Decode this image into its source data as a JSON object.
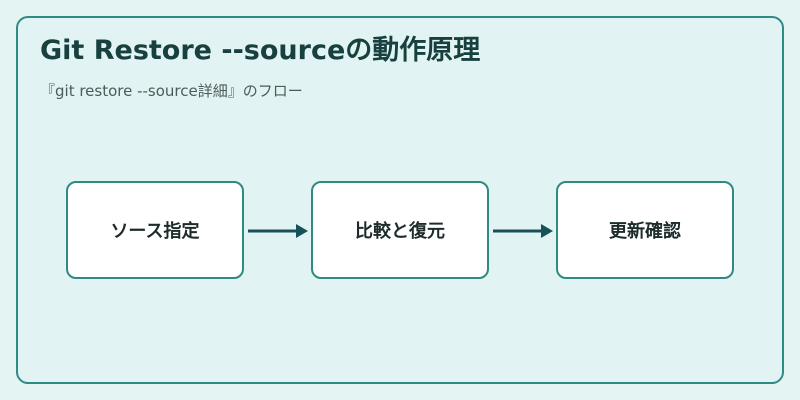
{
  "header": {
    "title": "Git Restore --sourceの動作原理",
    "subtitle": "『git restore --source詳細』のフロー"
  },
  "flow": {
    "steps": [
      {
        "label": "ソース指定"
      },
      {
        "label": "比較と復元"
      },
      {
        "label": "更新確認"
      }
    ]
  },
  "colors": {
    "background": "#e1f3f2",
    "border": "#2f8a84",
    "arrow": "#17525a",
    "box_fill": "#ffffff"
  }
}
